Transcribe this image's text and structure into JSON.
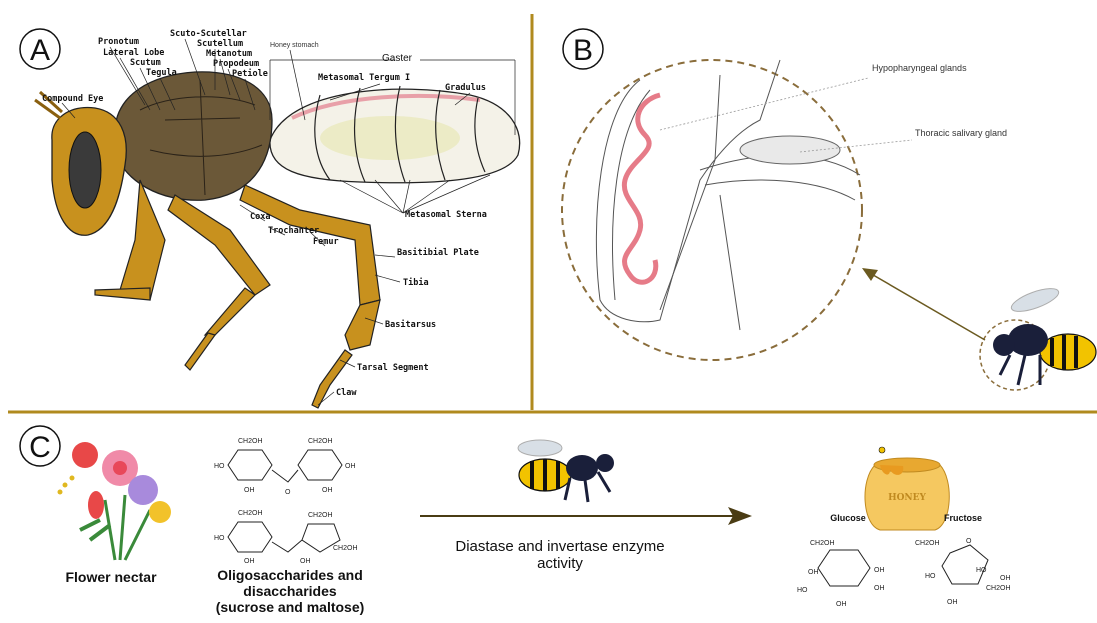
{
  "panels": {
    "a": "A",
    "b": "B",
    "c": "C"
  },
  "panel_a": {
    "labels": {
      "compound_eye": "Compound Eye",
      "pronotum": "Pronotum",
      "lateral_lobe": "Lateral Lobe",
      "scutum": "Scutum",
      "tegula": "Tegula",
      "scuto_scutellar": "Scuto-Scutellar",
      "scutellum": "Scutellum",
      "metanotum": "Metanotum",
      "propodeum": "Propodeum",
      "petiole": "Petiole",
      "honey_stomach": "Honey stomach",
      "gaster": "Gaster",
      "metasomal_tergum": "Metasomal Tergum I",
      "gradulus": "Gradulus",
      "metasomal_sterna": "Metasomal Sterna",
      "coxa": "Coxa",
      "trochanter": "Trochanter",
      "femur": "Femur",
      "basitibial_plate": "Basitibial Plate",
      "tibia": "Tibia",
      "basitarsus": "Basitarsus",
      "tarsal_segment": "Tarsal Segment",
      "claw": "Claw"
    }
  },
  "panel_b": {
    "labels": {
      "hypopharyngeal": "Hypopharyngeal glands",
      "thoracic": "Thoracic salivary gland"
    }
  },
  "panel_c": {
    "nectar": "Flower nectar",
    "oligo_line1": "Oligosaccharides and",
    "oligo_line2": "disaccharides",
    "oligo_line3": "(sucrose and maltose)",
    "enzyme_line1": "Diastase and invertase enzyme",
    "enzyme_line2": "activity",
    "glucose": "Glucose",
    "fructose": "Fructose",
    "honey": "HONEY",
    "chem": {
      "ch2oh": "CH2OH",
      "oh": "OH",
      "ho": "HO",
      "o": "O"
    }
  },
  "colors": {
    "divider": "#b08a1e",
    "leg": "#c8911e",
    "thorax": "#6b5838",
    "gland": "#e05a6a",
    "arrow": "#5a4a18"
  }
}
